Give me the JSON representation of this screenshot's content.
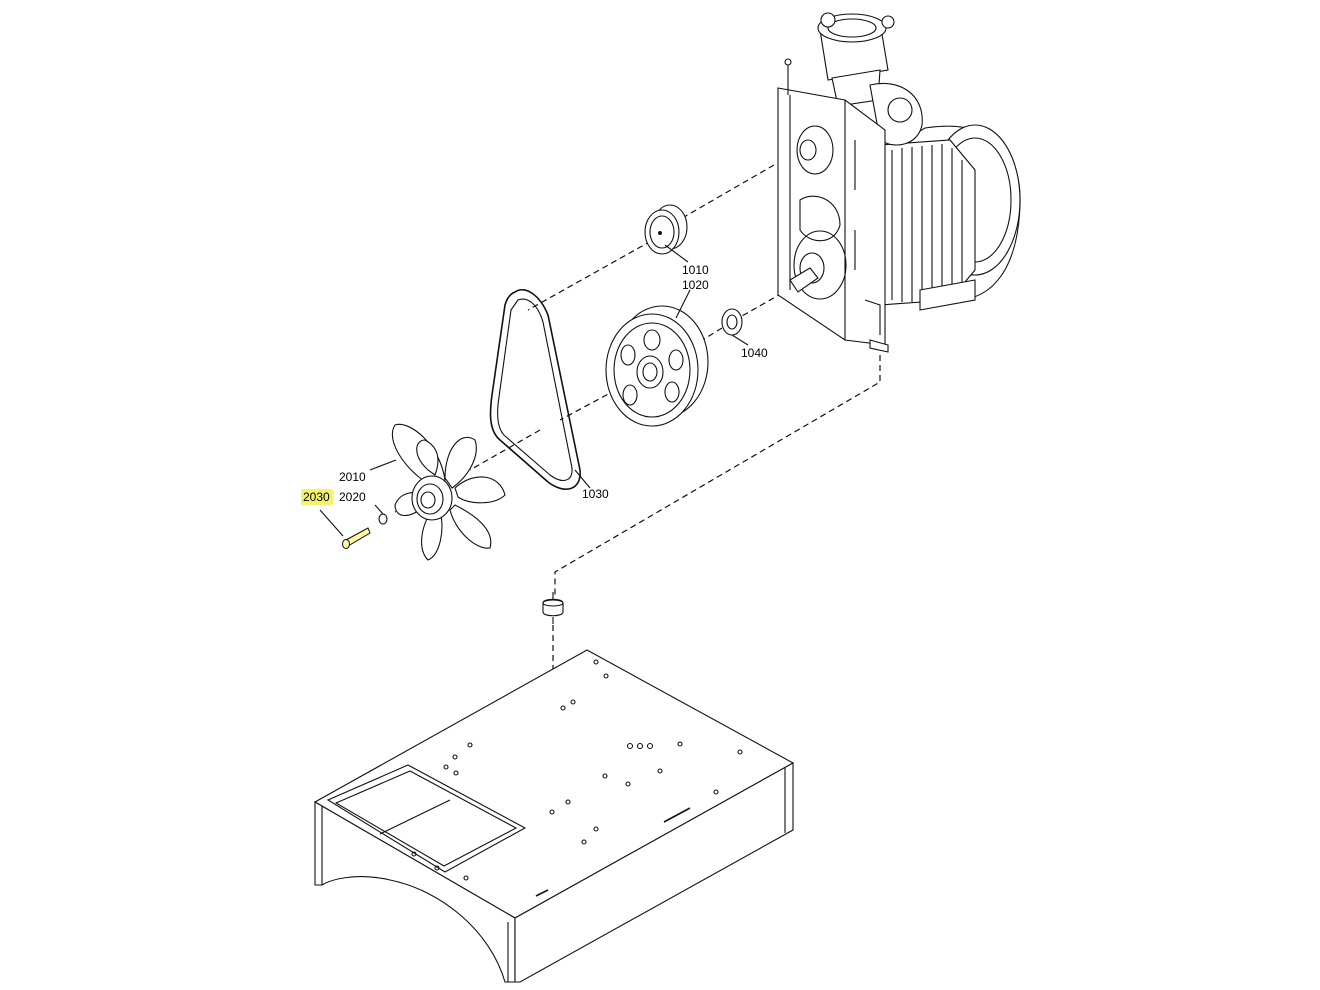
{
  "diagram": {
    "highlight_color": "#f3f36b",
    "accent_part_color": "#fff9a6",
    "callouts": [
      {
        "id": "1010",
        "text": "1010"
      },
      {
        "id": "1020",
        "text": "1020"
      },
      {
        "id": "1030",
        "text": "1030"
      },
      {
        "id": "1040",
        "text": "1040"
      },
      {
        "id": "2010",
        "text": "2010"
      },
      {
        "id": "2020",
        "text": "2020"
      },
      {
        "id": "2030",
        "text": "2030",
        "highlighted": true
      }
    ]
  }
}
